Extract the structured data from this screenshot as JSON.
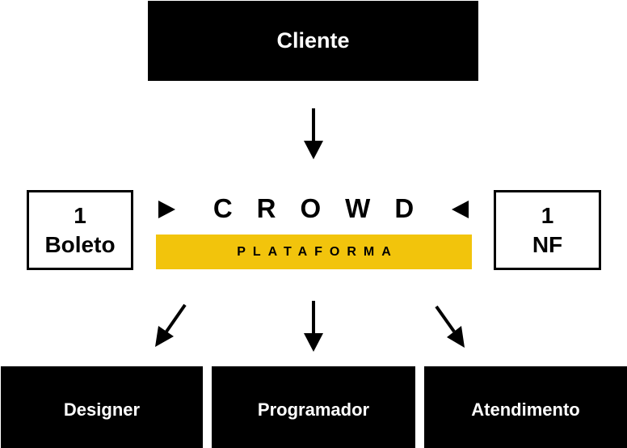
{
  "top": {
    "label": "Cliente"
  },
  "center": {
    "title": "CROWD",
    "subtitle": "PLATAFORMA"
  },
  "left_box": {
    "line1": "1",
    "line2": "Boleto"
  },
  "right_box": {
    "line1": "1",
    "line2": "NF"
  },
  "bottom": [
    {
      "label": "Designer"
    },
    {
      "label": "Programador"
    },
    {
      "label": "Atendimento"
    }
  ],
  "colors": {
    "accent": "#f2c40c",
    "box": "#000000",
    "background": "#ffffff"
  }
}
